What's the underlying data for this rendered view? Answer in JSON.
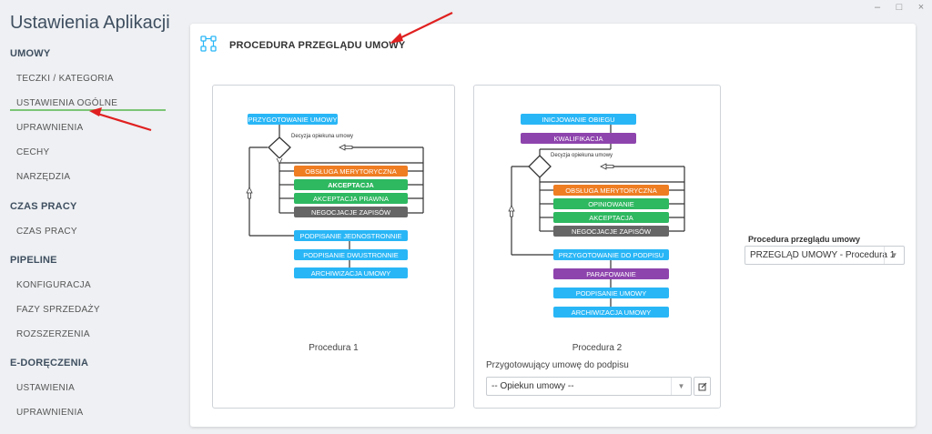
{
  "window": {
    "minimize": "–",
    "maximize": "□",
    "close": "×"
  },
  "app_title": "Ustawienia Aplikacji",
  "sidebar": {
    "sections": [
      {
        "title": "UMOWY",
        "items": [
          "TECZKI / KATEGORIA",
          "USTAWIENIA OGÓLNE",
          "UPRAWNIENIA",
          "CECHY",
          "NARZĘDZIA"
        ]
      },
      {
        "title": "CZAS PRACY",
        "items": [
          "CZAS PRACY"
        ]
      },
      {
        "title": "PIPELINE",
        "items": [
          "KONFIGURACJA",
          "FAZY SPRZEDAŻY",
          "ROZSZERZENIA"
        ]
      },
      {
        "title": "E-DORĘCZENIA",
        "items": [
          "USTAWIENIA",
          "UPRAWNIENIA"
        ]
      }
    ],
    "active_item": "USTAWIENIA OGÓLNE"
  },
  "main": {
    "title": "PROCEDURA PRZEGLĄDU UMOWY",
    "procedure1": {
      "label": "Procedura 1",
      "diagram": {
        "top": "PRZYGOTOWANIE UMOWY",
        "decision": "Decyzja opiekuna umowy",
        "loop": [
          "OBSŁUGA MERYTORYCZNA",
          "AKCEPTACJA",
          "AKCEPTACJA PRAWNA",
          "NEGOCJACJE ZAPISÓW"
        ],
        "bottom": [
          "PODPISANIE JEDNOSTRONNIE",
          "PODPISANIE DWUSTRONNIE",
          "ARCHIWIZACJA UMOWY"
        ]
      }
    },
    "procedure2": {
      "label": "Procedura 2",
      "diagram": {
        "top": [
          "INICJOWANIE OBIEGU",
          "KWALIFIKACJA"
        ],
        "decision": "Decyzja opiekuna umowy",
        "loop": [
          "OBSŁUGA MERYTORYCZNA",
          "OPINIOWANIE",
          "AKCEPTACJA",
          "NEGOCJACJE ZAPISÓW"
        ],
        "bottom": [
          "PRZYGOTOWANIE DO PODPISU",
          "PARAFOWANIE",
          "PODPISANIE UMOWY",
          "ARCHIWIZACJA UMOWY"
        ]
      },
      "field_label": "Przygotowujący umowę do podpisu",
      "field_value": "-- Opiekun umowy --"
    },
    "selector": {
      "label": "Procedura przeglądu umowy",
      "value": "PRZEGLĄD UMOWY - Procedura 1"
    }
  },
  "colors": {
    "blue": "#29b6f6",
    "green": "#2eb860",
    "orange": "#ef7d22",
    "purple": "#8e44ad",
    "gray": "#666666",
    "accent_underline": "#7cc576",
    "arrow_red": "#e02020"
  }
}
